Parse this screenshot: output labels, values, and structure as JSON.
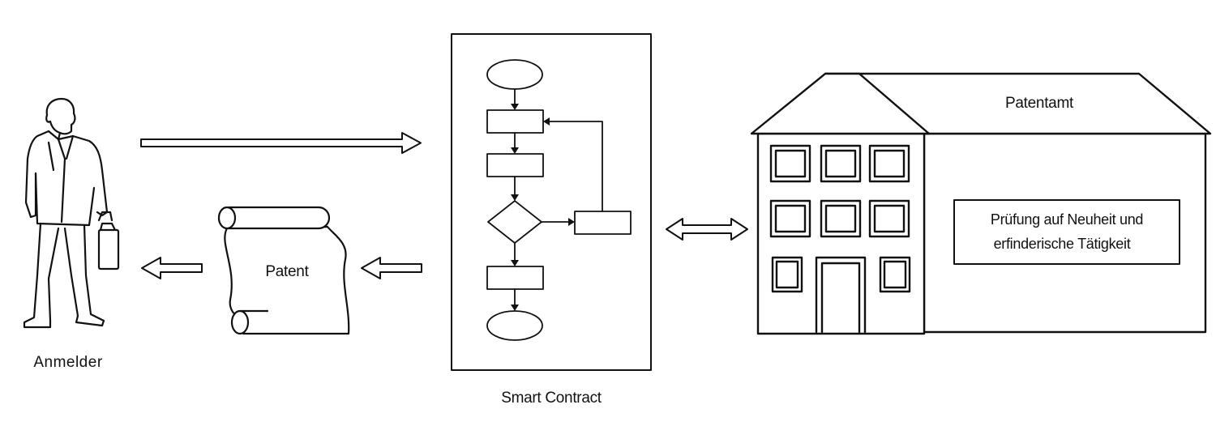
{
  "applicant_label": "Anmelder",
  "patent_label": "Patent",
  "smart_contract_label": "Smart Contract",
  "office_label": "Patentamt",
  "review_box": {
    "line1": "Prüfung auf Neuheit und",
    "line2": "erfinderische Tätigkeit"
  }
}
